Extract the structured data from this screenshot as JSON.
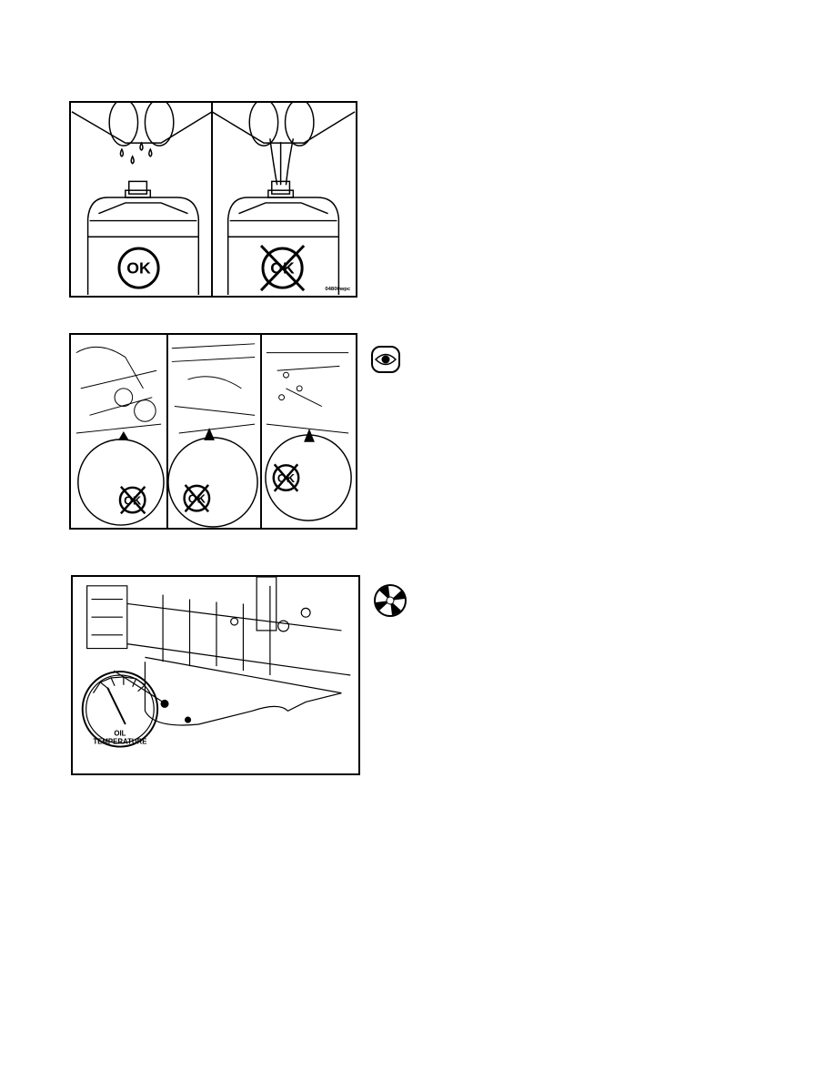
{
  "figure1": {
    "left_panel_symbol": "OK",
    "right_panel_symbol": "OK",
    "illustration_code": "04800wpc"
  },
  "figure2": {
    "panel_symbols": [
      "OK",
      "OK",
      "OK"
    ],
    "side_icon": "eye-icon"
  },
  "figure3": {
    "gauge_label_line1": "OIL",
    "gauge_label_line2": "TEMPERATURE",
    "side_icon": "four-segment-wheel-icon"
  }
}
